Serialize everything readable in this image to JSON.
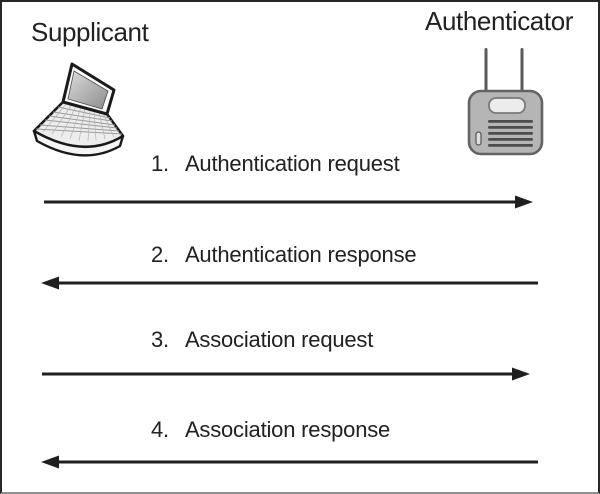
{
  "actors": {
    "left": {
      "label": "Supplicant",
      "icon": "laptop-icon"
    },
    "right": {
      "label": "Authenticator",
      "icon": "access-point-icon"
    }
  },
  "messages": [
    {
      "number": "1.",
      "label": "Authentication request",
      "direction": "right"
    },
    {
      "number": "2.",
      "label": "Authentication response",
      "direction": "left"
    },
    {
      "number": "3.",
      "label": "Association request",
      "direction": "right"
    },
    {
      "number": "4.",
      "label": "Association response",
      "direction": "left"
    }
  ],
  "colors": {
    "background": "#ffffff",
    "text": "#212121",
    "arrow": "#1f1f1f",
    "border": "#262626",
    "ap_body": "#b5b5b5",
    "ap_detail": "#4d4d4d",
    "screen_light": "#d8d8d8",
    "screen_dark": "#909090"
  }
}
